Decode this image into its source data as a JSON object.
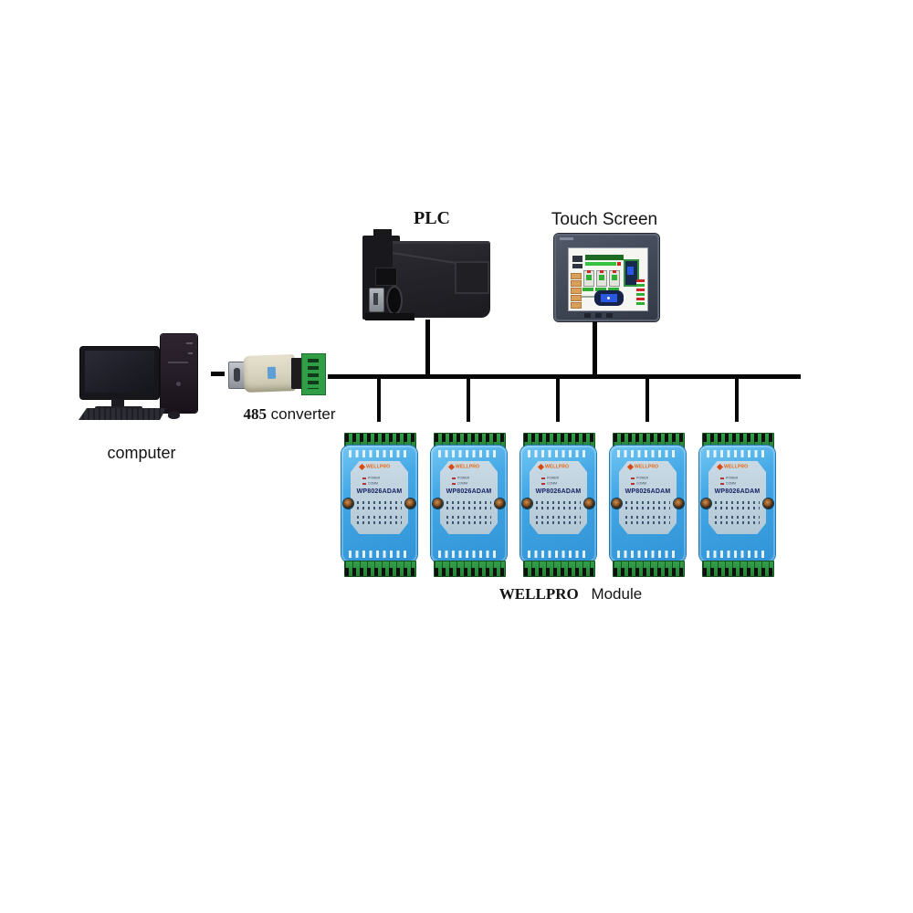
{
  "diagram": {
    "computer_label": "computer",
    "converter_label_number": "485",
    "converter_label_word": "converter",
    "plc_label": "PLC",
    "touch_screen_label": "Touch Screen",
    "module_group_label_brand": "WELLPRO",
    "module_group_label_word": "Module"
  },
  "module": {
    "brand": "WELLPRO",
    "model": "WP8026ADAM",
    "led_power": "POWER",
    "led_comm": "COMM",
    "count": 5
  },
  "colors": {
    "line_black": "#060606",
    "module_body_blue": "#3fa3e4",
    "module_panel_gray_blue": "#bccfdc",
    "terminal_green": "#2f9140",
    "logo_orange": "#e8650e",
    "pcb_green": "#2f9e46",
    "touchscreen_bezel_slate": "#3f4654",
    "plc_black": "#232329",
    "converter_beige": "#d6d2bd",
    "text": "#141414",
    "background": "#ffffff"
  }
}
